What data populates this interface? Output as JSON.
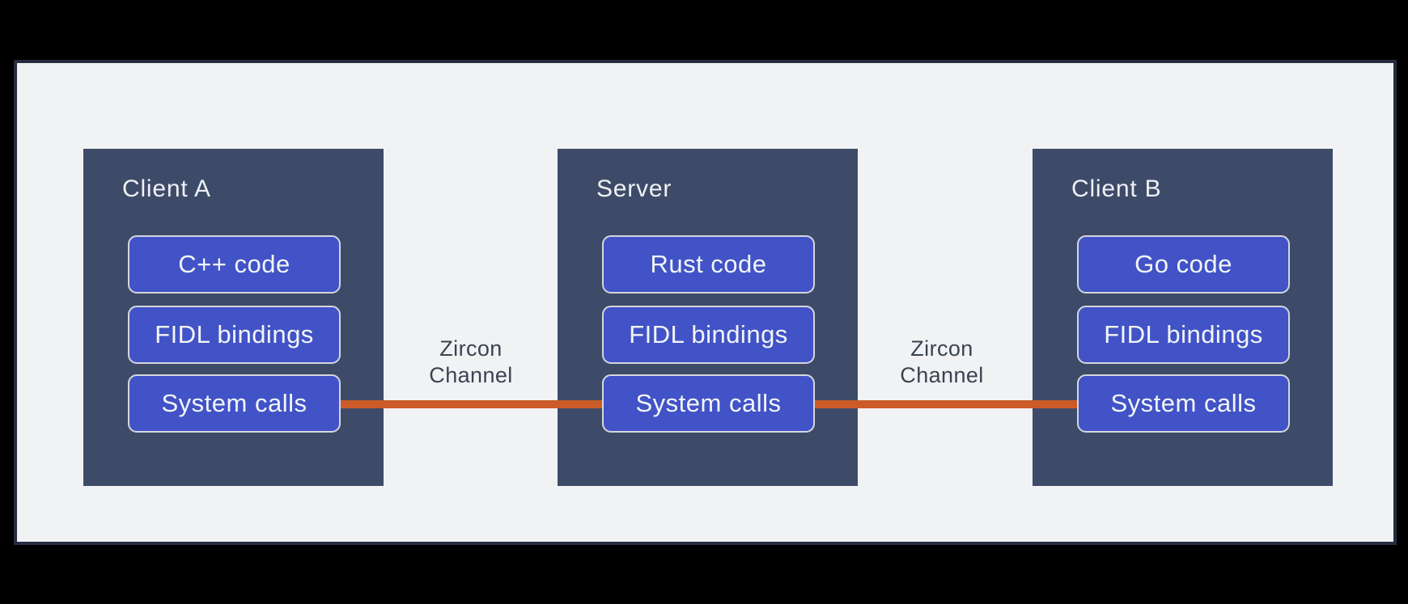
{
  "colors": {
    "frame-bg": "#000000",
    "canvas-bg": "#f1f2f4",
    "canvas-border": "#262d3f",
    "panel-bg": "#3e4b68",
    "panel-title": "#eef0f4",
    "box-bg": "#4153c6",
    "box-border": "#d4d7dd",
    "box-text": "#f3f5f8",
    "channel-line": "#cb5c29",
    "channel-text": "#3a4450"
  },
  "diagram": {
    "panels": [
      {
        "title": "Client A",
        "boxes": [
          "C++ code",
          "FIDL bindings",
          "System calls"
        ]
      },
      {
        "title": "Server",
        "boxes": [
          "Rust code",
          "FIDL bindings",
          "System calls"
        ]
      },
      {
        "title": "Client B",
        "boxes": [
          "Go code",
          "FIDL bindings",
          "System calls"
        ]
      }
    ],
    "channels": [
      {
        "line1": "Zircon",
        "line2": "Channel"
      },
      {
        "line1": "Zircon",
        "line2": "Channel"
      }
    ]
  }
}
